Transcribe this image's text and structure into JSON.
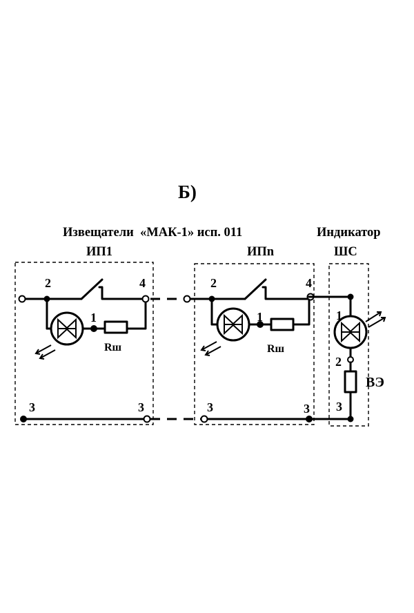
{
  "title": "Б)",
  "header": {
    "detectors": "Извещатели  «МАК-1» исп. 011",
    "indicator": "Индикатор",
    "indicator_loop": "ШС"
  },
  "units": {
    "first": "ИП1",
    "last": "ИПn",
    "resistor": "Rш"
  },
  "terminals": {
    "t1": "1",
    "t2": "2",
    "t3": "3",
    "t4": "4"
  },
  "element": "ВЭ"
}
